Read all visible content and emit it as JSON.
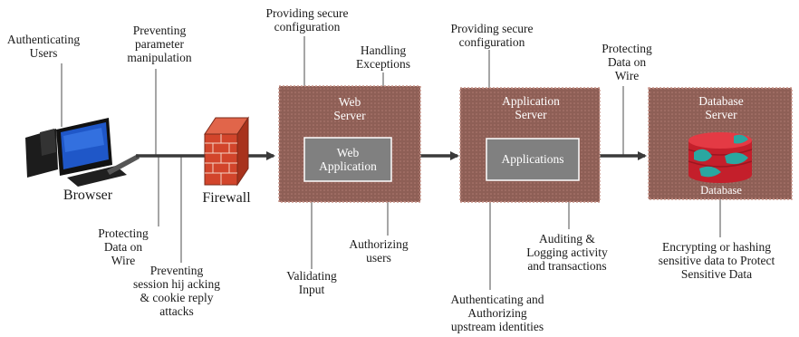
{
  "colors": {
    "server_fill": "#8e5f56",
    "server_border": "#b98a80",
    "inner_fill": "#7f7f7f",
    "inner_border": "#ffffff",
    "line": "#666666",
    "arrow": "#3a3a3a",
    "brick": "#d2452b",
    "db_red": "#d7262f",
    "db_teal": "#2aa7a1"
  },
  "icons": [
    "computer-icon",
    "firewall-brick-icon",
    "database-cylinder-icon"
  ],
  "components": {
    "browser": "Browser",
    "firewall": "Firewall",
    "web_server": "Web\nServer",
    "web_application": "Web\nApplication",
    "application_server": "Application\nServer",
    "applications": "Applications",
    "database_server": "Database\nServer",
    "database": "Database"
  },
  "annotations": {
    "authenticating_users": "Authenticating\nUsers",
    "preventing_parameter_manipulation": "Preventing\nparameter\nmanipulation",
    "providing_secure_configuration_web": "Providing secure\nconfiguration",
    "handling_exceptions": "Handling\nExceptions",
    "providing_secure_configuration_app": "Providing secure\nconfiguration",
    "protecting_data_on_wire_db": "Protecting\nData on\nWire",
    "protecting_data_on_wire_browser": "Protecting\nData on\nWire",
    "preventing_session_hijacking": "Preventing\nsession hij acking\n& cookie reply\nattacks",
    "validating_input": "Validating\nInput",
    "authorizing_users": "Authorizing\nusers",
    "auditing_logging": "Auditing &\nLogging activity\nand transactions",
    "authenticating_authorizing_upstream": "Authenticating and\nAuthorizing\nupstream identities",
    "encrypting_hashing": "Encrypting or hashing\nsensitive data to Protect\nSensitive Data"
  }
}
